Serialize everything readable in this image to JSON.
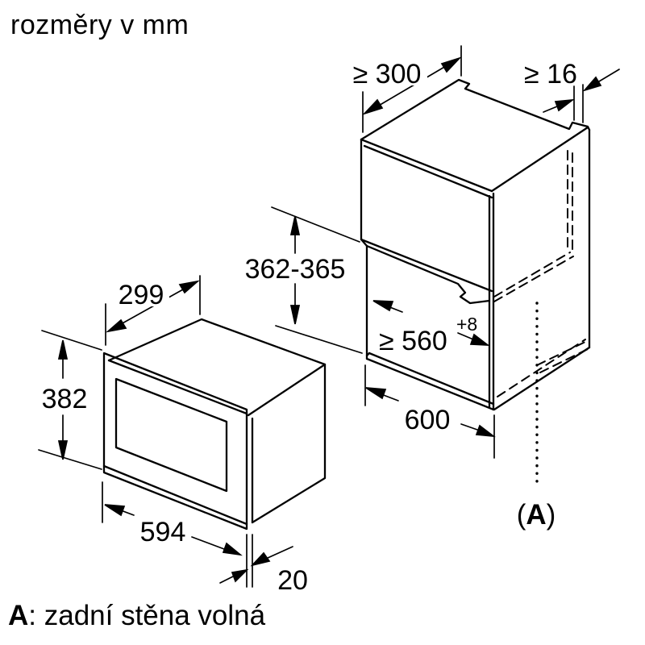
{
  "title": "rozměry v mm",
  "footnote": {
    "label": "A",
    "text": ": zadní stěna volná"
  },
  "rear_wall_marker": {
    "open": "(",
    "letter": "A",
    "close": ")"
  },
  "dimensions": {
    "top_clearance_depth": "≥ 300",
    "side_panel_thickness": "≥ 16",
    "niche_height": "362-365",
    "niche_width": "≥ 560",
    "niche_width_tolerance": "+8",
    "cabinet_width": "600",
    "appliance_depth": "299",
    "appliance_height": "382",
    "appliance_width": "594",
    "door_proud_depth": "20"
  }
}
